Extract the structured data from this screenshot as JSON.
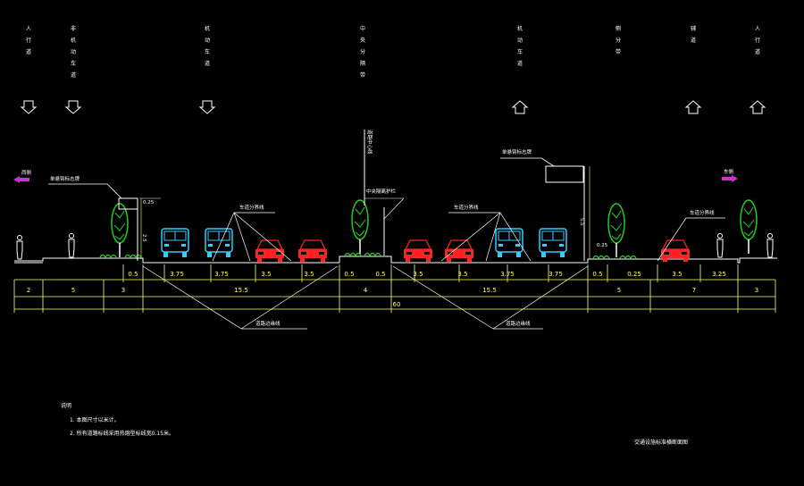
{
  "top_labels": [
    {
      "text": "人行道",
      "dir": "down"
    },
    {
      "text": "非机动车道",
      "dir": "down"
    },
    {
      "text": "机动车道",
      "dir": "down"
    },
    {
      "text": "中央分隔带",
      "dir": "none"
    },
    {
      "text": "机动车道",
      "dir": "up"
    },
    {
      "text": "侧分带",
      "dir": "none"
    },
    {
      "text": "辅道",
      "dir": "up"
    },
    {
      "text": "人行道",
      "dir": "up"
    }
  ],
  "side_left": "西侧",
  "side_right": "东侧",
  "callouts": {
    "sign_left": "单悬臂标志牌",
    "sign_right": "单悬臂标志牌",
    "median_sign": "中央隔离护栏",
    "median_pole": "道路中心线",
    "lane_line_left": "车道分界线",
    "lane_line_right": "车道分界线",
    "lane_line_far": "车道分界线",
    "edge_line_left": "道路边缘线",
    "edge_line_right": "道路边缘线",
    "h_left_top": "0.25",
    "h_left": "2.5",
    "h_right": "5.5",
    "h_right_bot": "0.25"
  },
  "dims_row1": [
    "0.5",
    "3.75",
    "3.75",
    "3.5",
    "3.5",
    "0.5",
    "0.5",
    "3.5",
    "3.5",
    "3.75",
    "3.75",
    "0.5",
    "0.25",
    "3.5",
    "3.25"
  ],
  "dims_row2": [
    "2",
    "5",
    "3",
    "15.5",
    "4",
    "15.5",
    "5",
    "7",
    "3"
  ],
  "total": "60",
  "notes_title": "说明",
  "notes": [
    "1. 本图尺寸以米计。",
    "2. 所有道路标线采用热熔型标线宽0.15米。"
  ],
  "drawing_title": "交通设施标准横断面图",
  "colors": {
    "bus": "#33ccff",
    "car": "#ff2222",
    "tree": "#22cc22",
    "text": "#ffffff",
    "dim": "#ffff66",
    "arrow": "#cc33cc"
  }
}
